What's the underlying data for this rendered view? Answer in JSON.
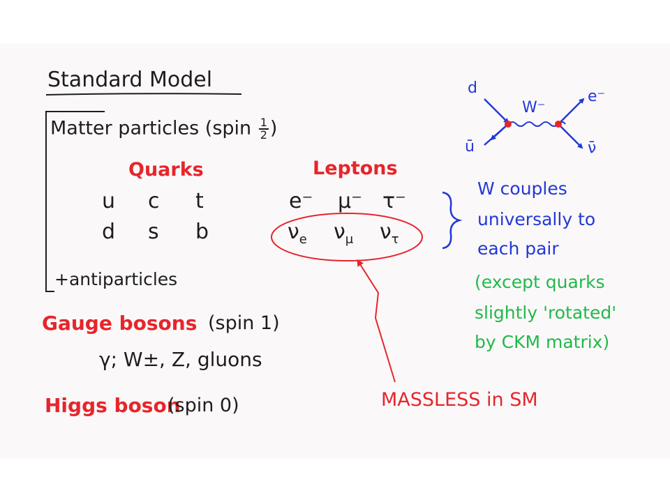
{
  "title": "Standard Model",
  "matter": {
    "heading_prefix": "Matter particles (spin ",
    "spin_num": "1",
    "spin_den": "2",
    "heading_suffix": ")",
    "quarks_label": "Quarks",
    "leptons_label": "Leptons",
    "quarks_row1": [
      "u",
      "c",
      "t"
    ],
    "quarks_row2": [
      "d",
      "s",
      "b"
    ],
    "leptons_row1": [
      "e⁻",
      "μ⁻",
      "τ⁻"
    ],
    "leptons_row2": [
      "ν",
      "ν",
      "ν"
    ],
    "neutrino_subscripts": [
      "e",
      "μ",
      "τ"
    ],
    "antiparticles": "+antiparticles"
  },
  "gauge": {
    "label": "Gauge bosons",
    "spin": "(spin 1)",
    "members": "γ; W±, Z, gluons"
  },
  "higgs": {
    "label": "Higgs boson",
    "spin": "(spin 0)"
  },
  "feynman": {
    "d": "d",
    "ubar": "ū",
    "w": "W⁻",
    "e": "e⁻",
    "nubar": "ν̄"
  },
  "coupling_note": [
    "W couples",
    "universally to",
    "each pair"
  ],
  "exception_note": [
    "(except quarks",
    "slightly 'rotated'",
    "by CKM matrix)"
  ],
  "massless_note": "MASSLESS in SM",
  "colors": {
    "red": "#e5262b",
    "black": "#1d1d1d",
    "blue": "#2238d6",
    "green": "#20b94a"
  }
}
